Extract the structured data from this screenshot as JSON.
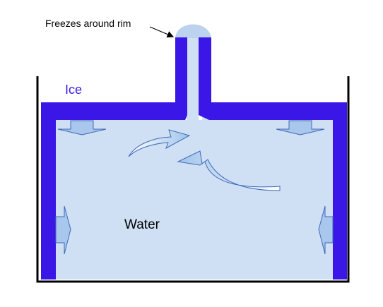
{
  "labels": {
    "annotation": "Freezes around rim",
    "ice": "Ice",
    "water": "Water"
  },
  "colors": {
    "ice": "#3a17e6",
    "water": "#cfe0f5",
    "container": "#000000",
    "arrow_fill": "#a9c6ec",
    "arrow_stroke": "#3f68b8"
  }
}
